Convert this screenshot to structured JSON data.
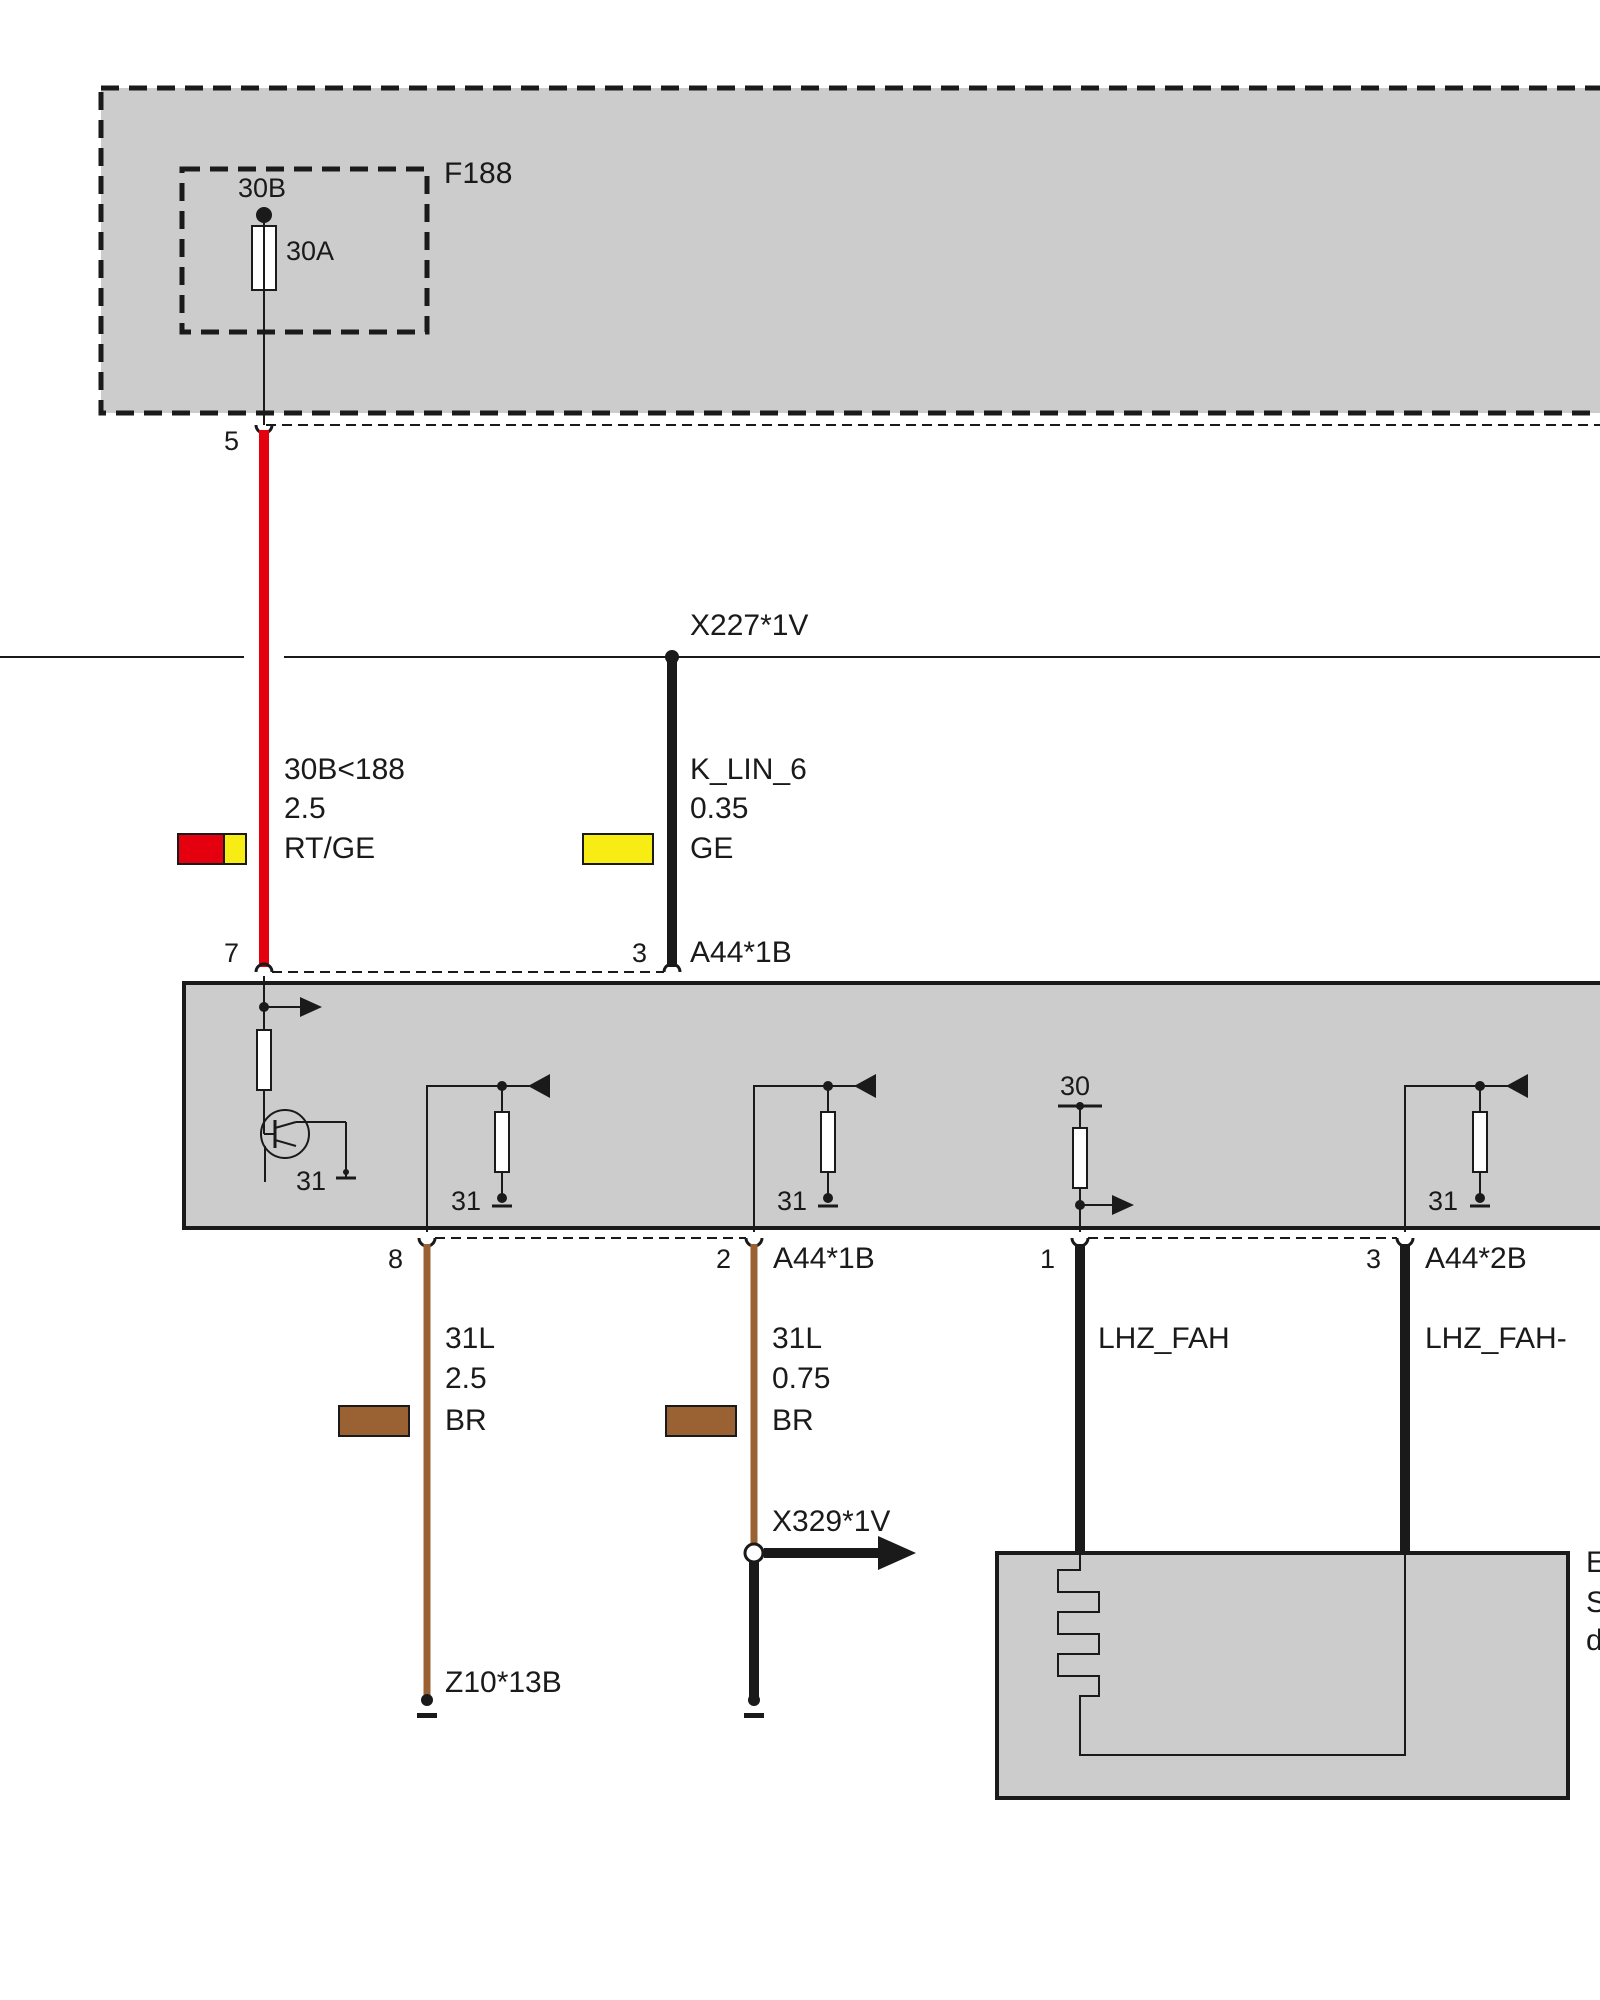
{
  "fuse_block": {
    "fuse_id": "F188",
    "terminal": "30B",
    "rating": "30A",
    "pin_out": "5"
  },
  "crossline_connector": "X227*1V",
  "wires_top": [
    {
      "signal": "30B<188",
      "gauge": "2.5",
      "color_code": "RT/GE",
      "pin": "7",
      "colors": [
        "#e4000f",
        "#f7ec13"
      ]
    },
    {
      "signal": "K_LIN_6",
      "gauge": "0.35",
      "color_code": "GE",
      "pin": "3",
      "colors": [
        "#f7ec13"
      ]
    }
  ],
  "module": {
    "connector_top": "A44*1B",
    "ground_label": "31",
    "supply_label": "30",
    "connector_bottom_1": "A44*1B",
    "connector_bottom_2": "A44*2B"
  },
  "wires_bottom": [
    {
      "pin": "8",
      "signal": "31L",
      "gauge": "2.5",
      "color_code": "BR",
      "end_connector": "Z10*13B",
      "colors": [
        "#9a6233"
      ]
    },
    {
      "pin": "2",
      "signal": "31L",
      "gauge": "0.75",
      "color_code": "BR",
      "end_connector": "X329*1V",
      "colors": [
        "#9a6233"
      ]
    },
    {
      "pin": "1",
      "signal": "LHZ_FAH"
    },
    {
      "pin": "3",
      "signal": "LHZ_FAH-"
    }
  ],
  "heater_label_fragment": [
    "E",
    "S",
    "d"
  ]
}
